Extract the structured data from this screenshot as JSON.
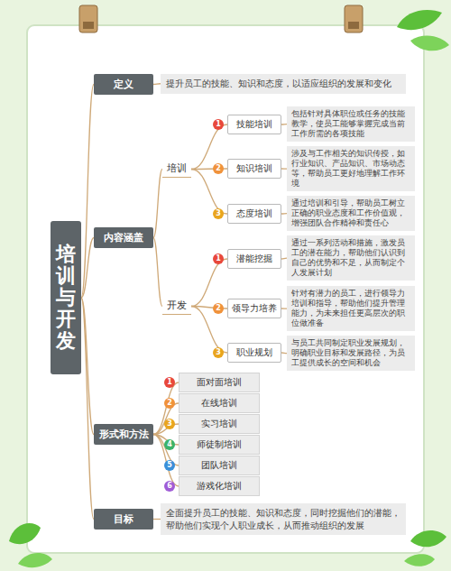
{
  "diagram": {
    "nodes": [
      {
        "text": [
          "培训与开发"
        ]
      },
      {
        "text": [
          "定义"
        ]
      },
      {
        "text": [
          "提升员工的技能、知识和态度，以适应组织的发展和变化"
        ]
      },
      {
        "text": [
          "内容涵盖"
        ]
      },
      {
        "text": [
          "培训"
        ]
      },
      {
        "text": [
          "技能培训"
        ]
      },
      {
        "text": [
          "包括针对具体职位或任务的技能教学，使员工能够掌握完成当前工作所需的各项技能"
        ]
      },
      {
        "text": [
          "知识培训"
        ]
      },
      {
        "text": [
          "涉及与工作相关的知识传授，如行业知识、产品知识、市场动态等，帮助员工更好地理解工作环境"
        ]
      },
      {
        "text": [
          "态度培训"
        ]
      },
      {
        "text": [
          "通过培训和引导，帮助员工树立正确的职业态度和工作价值观，增强团队合作精神和责任心"
        ]
      },
      {
        "text": [
          "开发"
        ]
      },
      {
        "text": [
          "潜能挖掘"
        ]
      },
      {
        "text": [
          "通过一系列活动和措施，激发员工的潜在能力，帮助他们认识到自己的优势和不足，从而制定个人发展计划"
        ]
      },
      {
        "text": [
          "领导力培养"
        ]
      },
      {
        "text": [
          "针对有潜力的员工，进行领导力培训和指导，帮助他们提升管理能力，为未来担任更高层次的职位做准备"
        ]
      },
      {
        "text": [
          "职业规划"
        ]
      },
      {
        "text": [
          "与员工共同制定职业发展规划，明确职业目标和发展路径，为员工提供成长的空间和机会"
        ]
      },
      {
        "text": [
          "形式和方法"
        ]
      },
      {
        "text": [
          "面对面培训"
        ]
      },
      {
        "text": [
          "在线培训"
        ]
      },
      {
        "text": [
          "实习培训"
        ]
      },
      {
        "text": [
          "师徒制培训"
        ]
      },
      {
        "text": [
          "团队培训"
        ]
      },
      {
        "text": [
          "游戏化培训"
        ]
      },
      {
        "text": [
          "目标"
        ]
      },
      {
        "text": [
          "全面提升员工的技能、知识和态度，同时挖掘他们的潜能，帮助他们实现个人职业成长，从而推动组织的发展"
        ]
      }
    ],
    "edges": [
      {
        "from": 0,
        "to": 1,
        "arrow": "none"
      },
      {
        "from": 0,
        "to": 3,
        "arrow": "none"
      },
      {
        "from": 0,
        "to": 18,
        "arrow": "none"
      },
      {
        "from": 0,
        "to": 25,
        "arrow": "none"
      },
      {
        "from": 1,
        "to": 2,
        "arrow": "none"
      },
      {
        "from": 3,
        "to": 4,
        "arrow": "none"
      },
      {
        "from": 3,
        "to": 11,
        "arrow": "none"
      },
      {
        "from": 4,
        "to": 5,
        "arrow": "none"
      },
      {
        "from": 4,
        "to": 7,
        "arrow": "none"
      },
      {
        "from": 4,
        "to": 9,
        "arrow": "none"
      },
      {
        "from": 5,
        "to": 6,
        "arrow": "none"
      },
      {
        "from": 7,
        "to": 8,
        "arrow": "none"
      },
      {
        "from": 9,
        "to": 10,
        "arrow": "none"
      },
      {
        "from": 11,
        "to": 12,
        "arrow": "none"
      },
      {
        "from": 11,
        "to": 14,
        "arrow": "none"
      },
      {
        "from": 11,
        "to": 16,
        "arrow": "none"
      },
      {
        "from": 12,
        "to": 13,
        "arrow": "none"
      },
      {
        "from": 14,
        "to": 15,
        "arrow": "none"
      },
      {
        "from": 16,
        "to": 17,
        "arrow": "none"
      },
      {
        "from": 18,
        "to": 19,
        "arrow": "none"
      },
      {
        "from": 18,
        "to": 20,
        "arrow": "none"
      },
      {
        "from": 18,
        "to": 21,
        "arrow": "none"
      },
      {
        "from": 18,
        "to": 22,
        "arrow": "none"
      },
      {
        "from": 18,
        "to": 23,
        "arrow": "none"
      },
      {
        "from": 18,
        "to": 24,
        "arrow": "none"
      },
      {
        "from": 25,
        "to": 26,
        "arrow": "none"
      }
    ],
    "labels": [
      "1",
      "2",
      "3",
      "1",
      "2",
      "3",
      "1",
      "2",
      "3",
      "4",
      "5",
      "6"
    ]
  }
}
